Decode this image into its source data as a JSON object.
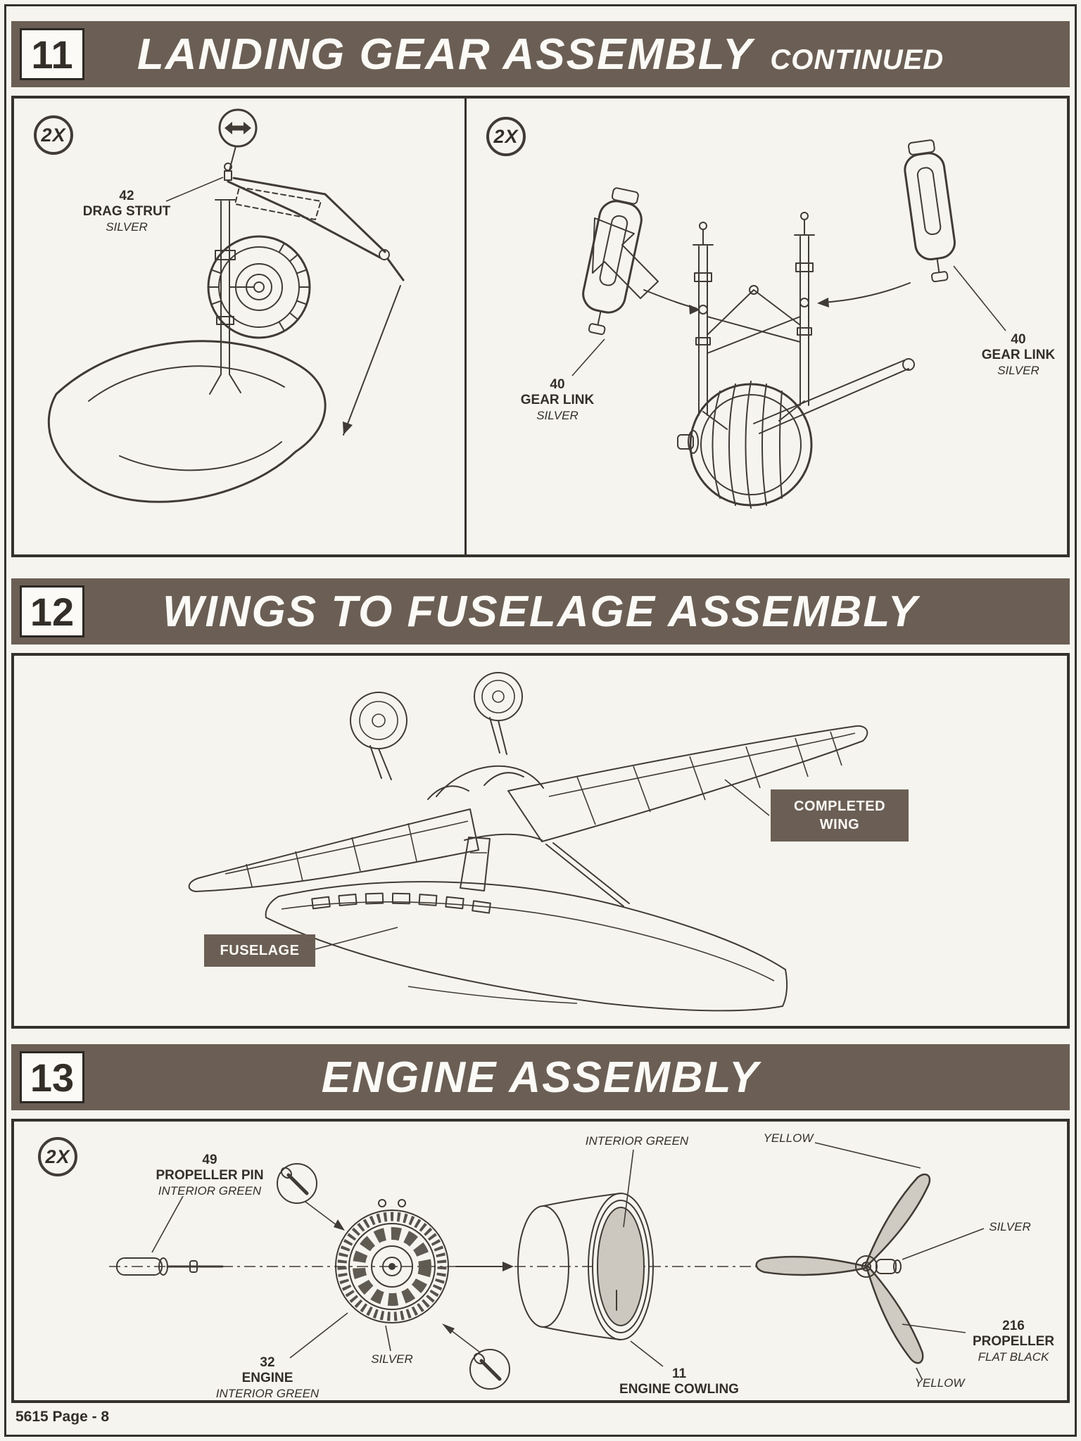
{
  "colors": {
    "accent_brown": "#6b5f55",
    "ink": "#403b34"
  },
  "footer": {
    "page_number": "5615 Page - 8"
  },
  "steps": {
    "s11": {
      "number": "11",
      "title": "LANDING GEAR ASSEMBLY",
      "continued": "CONTINUED",
      "left_qty": "2X",
      "right_qty": "2X",
      "drag_strut": {
        "num": "42",
        "name": "DRAG STRUT",
        "finish": "SILVER"
      },
      "gear_link_left": {
        "num": "40",
        "name": "GEAR LINK",
        "finish": "SILVER"
      },
      "gear_link_right": {
        "num": "40",
        "name": "GEAR LINK",
        "finish": "SILVER"
      }
    },
    "s12": {
      "number": "12",
      "title": "WINGS TO FUSELAGE ASSEMBLY",
      "completed_wing": {
        "line1": "COMPLETED",
        "line2": "WING"
      },
      "fuselage": "FUSELAGE"
    },
    "s13": {
      "number": "13",
      "title": "ENGINE ASSEMBLY",
      "qty": "2X",
      "propeller_pin": {
        "num": "49",
        "name": "PROPELLER PIN",
        "finish": "INTERIOR GREEN"
      },
      "engine": {
        "num": "32",
        "name": "ENGINE",
        "finish": "INTERIOR GREEN"
      },
      "engine_silver": "SILVER",
      "cowl_interior": "INTERIOR GREEN",
      "cowling": {
        "num": "11",
        "name": "ENGINE COWLING"
      },
      "prop_top_yellow": "YELLOW",
      "prop_hub_silver": "SILVER",
      "propeller": {
        "num": "216",
        "name": "PROPELLER",
        "finish": "FLAT BLACK"
      },
      "prop_bottom_yellow": "YELLOW"
    }
  }
}
